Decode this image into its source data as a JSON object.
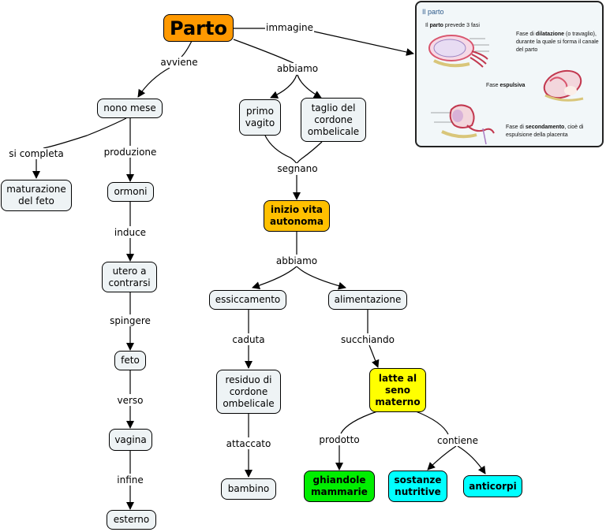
{
  "colors": {
    "default_node": "#eef3f5",
    "root_node": "#ff9900",
    "inizio_node": "#ffc000",
    "latte_node": "#ffff00",
    "ghiandole_node": "#00ee00",
    "cyan_node": "#00ffff",
    "line": "#000000"
  },
  "nodes": {
    "parto": "Parto",
    "nono_mese": "nono mese",
    "maturazione": "maturazione del feto",
    "ormoni": "ormoni",
    "utero": "utero a contrarsi",
    "feto": "feto",
    "vagina": "vagina",
    "esterno": "esterno",
    "primo_vagito": "primo vagito",
    "taglio": "taglio del cordone ombelicale",
    "inizio_vita": "inizio vita autonoma",
    "essiccamento": "essiccamento",
    "alimentazione": "alimentazione",
    "residuo": "residuo di cordone ombelicale",
    "bambino": "bambino",
    "latte": "latte al seno materno",
    "ghiandole": "ghiandole mammarie",
    "sostanze": "sostanze nutritive",
    "anticorpi": "anticorpi"
  },
  "links": {
    "immagine": "immagine",
    "avviene": "avviene",
    "abbiamo_1": "abbiamo",
    "si_completa": "si completa",
    "produzione": "produzione",
    "induce": "induce",
    "spingere": "spingere",
    "verso": "verso",
    "infine": "infine",
    "segnano": "segnano",
    "abbiamo_2": "abbiamo",
    "caduta": "caduta",
    "succhiando": "succhiando",
    "attaccato": "attaccato",
    "prodotto": "prodotto",
    "contiene": "contiene"
  },
  "image_panel": {
    "title": "Il parto",
    "subtitle_pre": "Il ",
    "subtitle_bold": "parto",
    "subtitle_post": " prevede 3 fasi",
    "phase1_pre": "Fase di ",
    "phase1_bold": "dilatazione",
    "phase1_post": " (o travaglio), durante la quale si forma il canale del parto",
    "phase2_pre": "Fase ",
    "phase2_bold": "espulsiva",
    "phase3_pre": "Fase di ",
    "phase3_bold": "secondamento",
    "phase3_post": ", cioè di espulsione della placenta"
  }
}
